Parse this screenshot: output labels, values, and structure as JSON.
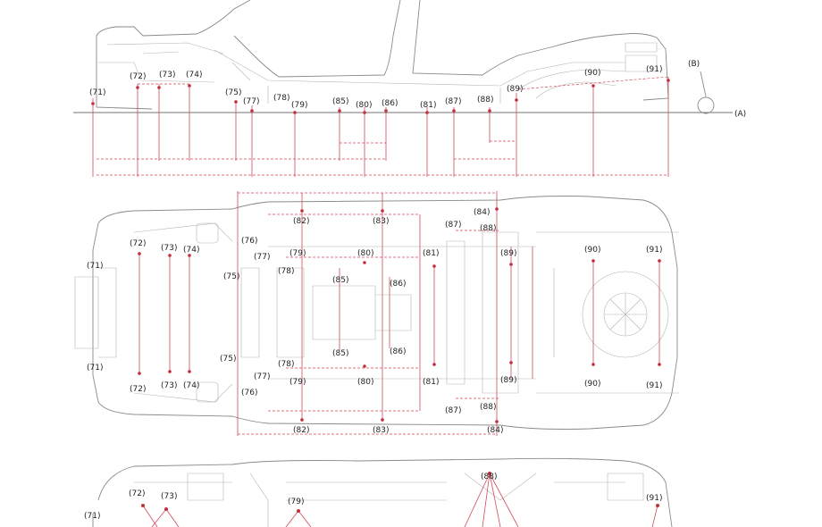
{
  "datum_labels": {
    "plane": "(A)",
    "detail": "(B)"
  },
  "side_view_labels": [
    "(71)",
    "(72)",
    "(73)",
    "(74)",
    "(75)",
    "(77)",
    "(78)",
    "(79)",
    "(85)",
    "(80)",
    "(86)",
    "(81)",
    "(87)",
    "(88)",
    "(89)",
    "(90)",
    "(91)"
  ],
  "top_view_labels_upper": [
    "(82)",
    "(83)",
    "(84)",
    "(72)",
    "(73)",
    "(74)",
    "(71)",
    "(76)",
    "(77)",
    "(75)",
    "(78)",
    "(79)",
    "(80)",
    "(81)",
    "(87)",
    "(88)",
    "(89)",
    "(90)",
    "(91)",
    "(85)",
    "(86)"
  ],
  "top_view_labels_lower": [
    "(71)",
    "(75)",
    "(78)",
    "(85)",
    "(86)",
    "(72)",
    "(73)",
    "(74)",
    "(77)",
    "(76)",
    "(79)",
    "(80)",
    "(81)",
    "(89)",
    "(90)",
    "(91)",
    "(87)",
    "(88)",
    "(82)",
    "(83)",
    "(84)"
  ],
  "bottom_view_labels": [
    "(88)",
    "(72)",
    "(73)",
    "(79)",
    "(91)",
    "(71)"
  ]
}
